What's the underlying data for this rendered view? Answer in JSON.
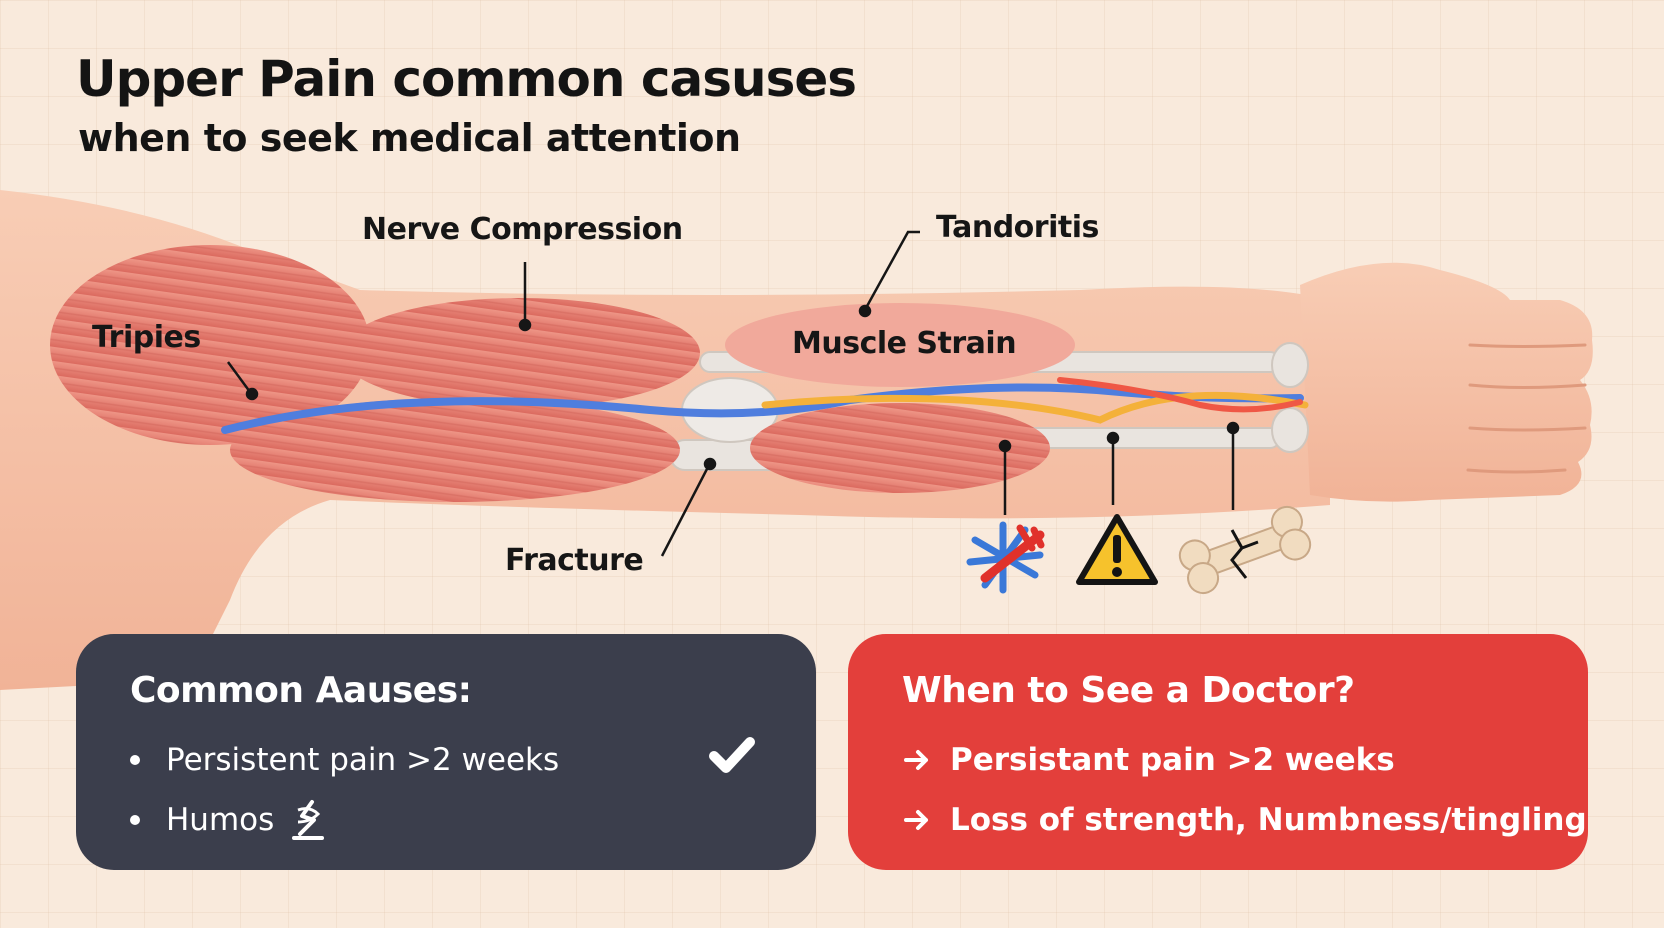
{
  "header": {
    "title": "Upper Pain common casuses",
    "subtitle": "when to seek medical attention"
  },
  "diagram": {
    "labels": {
      "triceps": "Tripies",
      "nerve": "Nerve Compression",
      "tendon": "Tandoritis",
      "strain": "Muscle Strain",
      "fracture": "Fracture"
    },
    "icons": [
      "inflammation-icon",
      "warning-icon",
      "cracked-bone-icon"
    ],
    "colors": {
      "muscle": "#e77f72",
      "nerve_blue": "#4f7ede",
      "nerve_orange": "#f4b13a",
      "nerve_red": "#ef5745",
      "bone": "#e9e4df",
      "skin": "#f7c6ab"
    }
  },
  "causes_card": {
    "title": "Common Aauses:",
    "items": [
      "Persistent pain >2 weeks",
      "Humos"
    ],
    "color": "#3b3e4c",
    "icons": [
      "checkmark-icon",
      "nerve-symbol-icon"
    ]
  },
  "doctor_card": {
    "title": "When to See a Doctor?",
    "items": [
      "Persistant pain >2 weeks",
      "Loss of strength, Numbness/tingling"
    ],
    "color": "#e33f3b"
  }
}
